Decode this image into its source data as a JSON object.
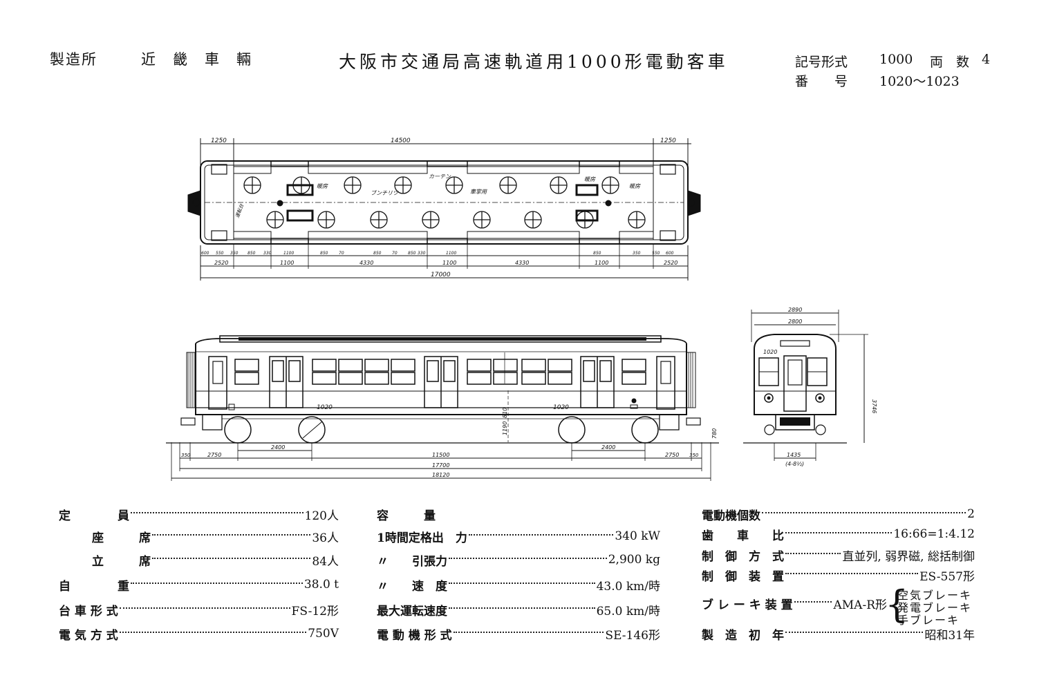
{
  "header": {
    "maker_label": "製造所",
    "maker": "近　畿　車　輛",
    "title": "大阪市交通局高速軌道用1000形電動客車",
    "type_label": "記号形式",
    "type_value": "1000",
    "count_label": "両　数",
    "count_value": "4",
    "number_label": "番　　号",
    "number_value": "1020〜1023"
  },
  "plan": {
    "dims_top": [
      "1250",
      "14500",
      "1250"
    ],
    "dims_bottom": [
      "600",
      "550",
      "350",
      "850",
      "330",
      "1100",
      "850",
      "70",
      "850",
      "70",
      "850",
      "330",
      "1100",
      "850",
      "350",
      "550",
      "600"
    ],
    "dims_overall": [
      "2520",
      "1100",
      "4330",
      "1100",
      "4330",
      "1100",
      "2520"
    ],
    "length": "17000",
    "labels": [
      "暖房",
      "ブンチリツ",
      "暖房",
      "暖房",
      "カーテン",
      "車掌用",
      "運転台"
    ]
  },
  "side": {
    "car_number_1": "1020",
    "car_number_2": "1020",
    "dims": [
      "2750",
      "2400",
      "11500",
      "2400",
      "2750",
      "350",
      "350"
    ],
    "len1": "17700",
    "len2": "18120",
    "height_small": "780",
    "height_mid": "1190",
    "height_window": "810"
  },
  "end": {
    "car_number": "1020",
    "width_outer": "2890",
    "width_inner": "2800",
    "height": "3746",
    "gauge": "1435",
    "gauge_note": "(4-8½)"
  },
  "specs_left": [
    {
      "label": "定　　　　員",
      "value": "120人"
    },
    {
      "label": "座　　　席",
      "value": "36人",
      "indent": true
    },
    {
      "label": "立　　　席",
      "value": "84人",
      "indent": true
    },
    {
      "label": "自　　　　重",
      "value": "38.0 t"
    },
    {
      "label": "台 車 形 式",
      "value": "FS-12形"
    },
    {
      "label": "電 気 方 式",
      "value": "750V"
    }
  ],
  "specs_mid": [
    {
      "label": "容　　　量",
      "value": ""
    },
    {
      "label": "1時間定格出　力",
      "value": "340 kW"
    },
    {
      "label": "〃　　引張力",
      "value": "2,900 kg"
    },
    {
      "label": "〃　　速　度",
      "value": "43.0 km/時"
    },
    {
      "label": "最大運転速度",
      "value": "65.0 km/時"
    },
    {
      "label": "電 動 機 形 式",
      "value": "SE-146形"
    }
  ],
  "specs_right": [
    {
      "label": "電動機個数",
      "value": "2"
    },
    {
      "label": "歯　　車　　比",
      "value": "16:66=1:4.12"
    },
    {
      "label": "制　御　方　式",
      "value": "直並列, 弱界磁, 総括制御"
    },
    {
      "label": "制　御　装　置",
      "value": "ES-557形"
    },
    {
      "label": "ブ レ ー キ 装 置",
      "value": "AMA-R形"
    },
    {
      "label": "製　造　初　年",
      "value": "昭和31年"
    }
  ],
  "brake_types": [
    "空気ブレーキ",
    "発電ブレーキ",
    "手ブレーキ"
  ]
}
